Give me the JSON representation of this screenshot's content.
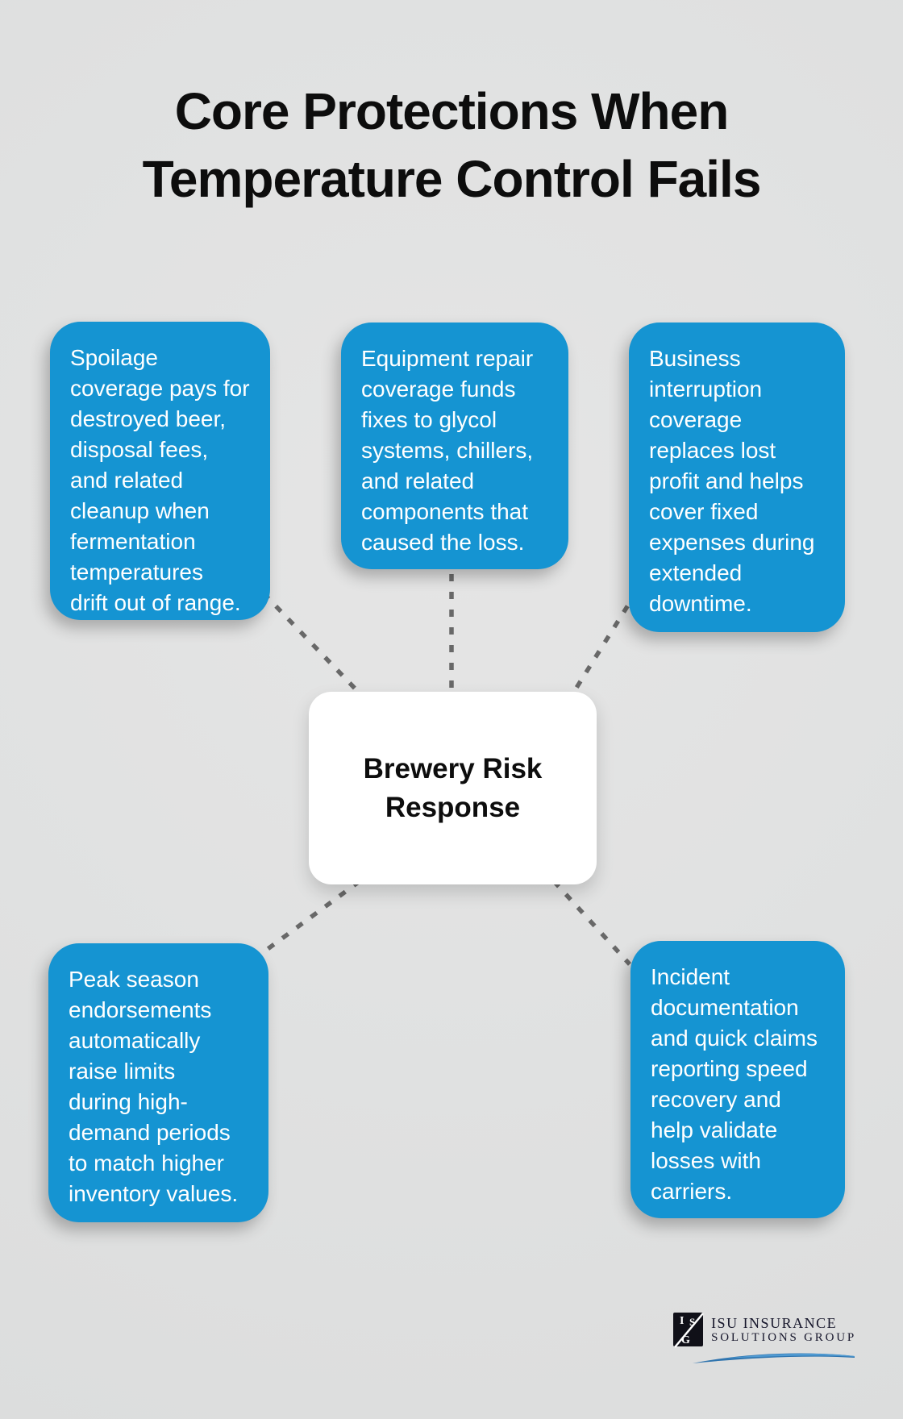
{
  "title": "Core Protections When\nTemperature Control Fails",
  "center": {
    "label": "Brewery Risk\nResponse"
  },
  "nodes": [
    {
      "id": "spoilage-coverage",
      "text": "Spoilage\ncoverage pays for\ndestroyed beer,\ndisposal fees,\nand related\ncleanup when\nfermentation\ntemperatures\ndrift out of range."
    },
    {
      "id": "equipment-repair",
      "text": "Equipment repair\ncoverage funds\nfixes to glycol\nsystems, chillers,\nand related\ncomponents that\ncaused the loss."
    },
    {
      "id": "business-interruption",
      "text": "Business\ninterruption\ncoverage\nreplaces lost\nprofit and helps\ncover fixed\nexpenses during\nextended\ndowntime."
    },
    {
      "id": "peak-season",
      "text": "Peak season\nendorsements\nautomatically\nraise limits\nduring high-\ndemand periods\nto match higher\ninventory values."
    },
    {
      "id": "incident-documentation",
      "text": "Incident\ndocumentation\nand quick claims\nreporting speed\nrecovery and\nhelp validate\nlosses with\ncarriers."
    }
  ],
  "logo": {
    "line1": "ISU INSURANCE",
    "line2": "SOLUTIONS GROUP",
    "monogram_top": "IS",
    "monogram_bottom": "G"
  },
  "colors": {
    "node_blue": "#1594d2",
    "background_gray": "#e1e1e1",
    "dash_gray": "#686868",
    "center_white": "#ffffff",
    "text_dark": "#0d0d0d",
    "text_light": "#ffffff",
    "logo_navy": "#16162b",
    "swoosh_blue": "#2f74ae"
  }
}
